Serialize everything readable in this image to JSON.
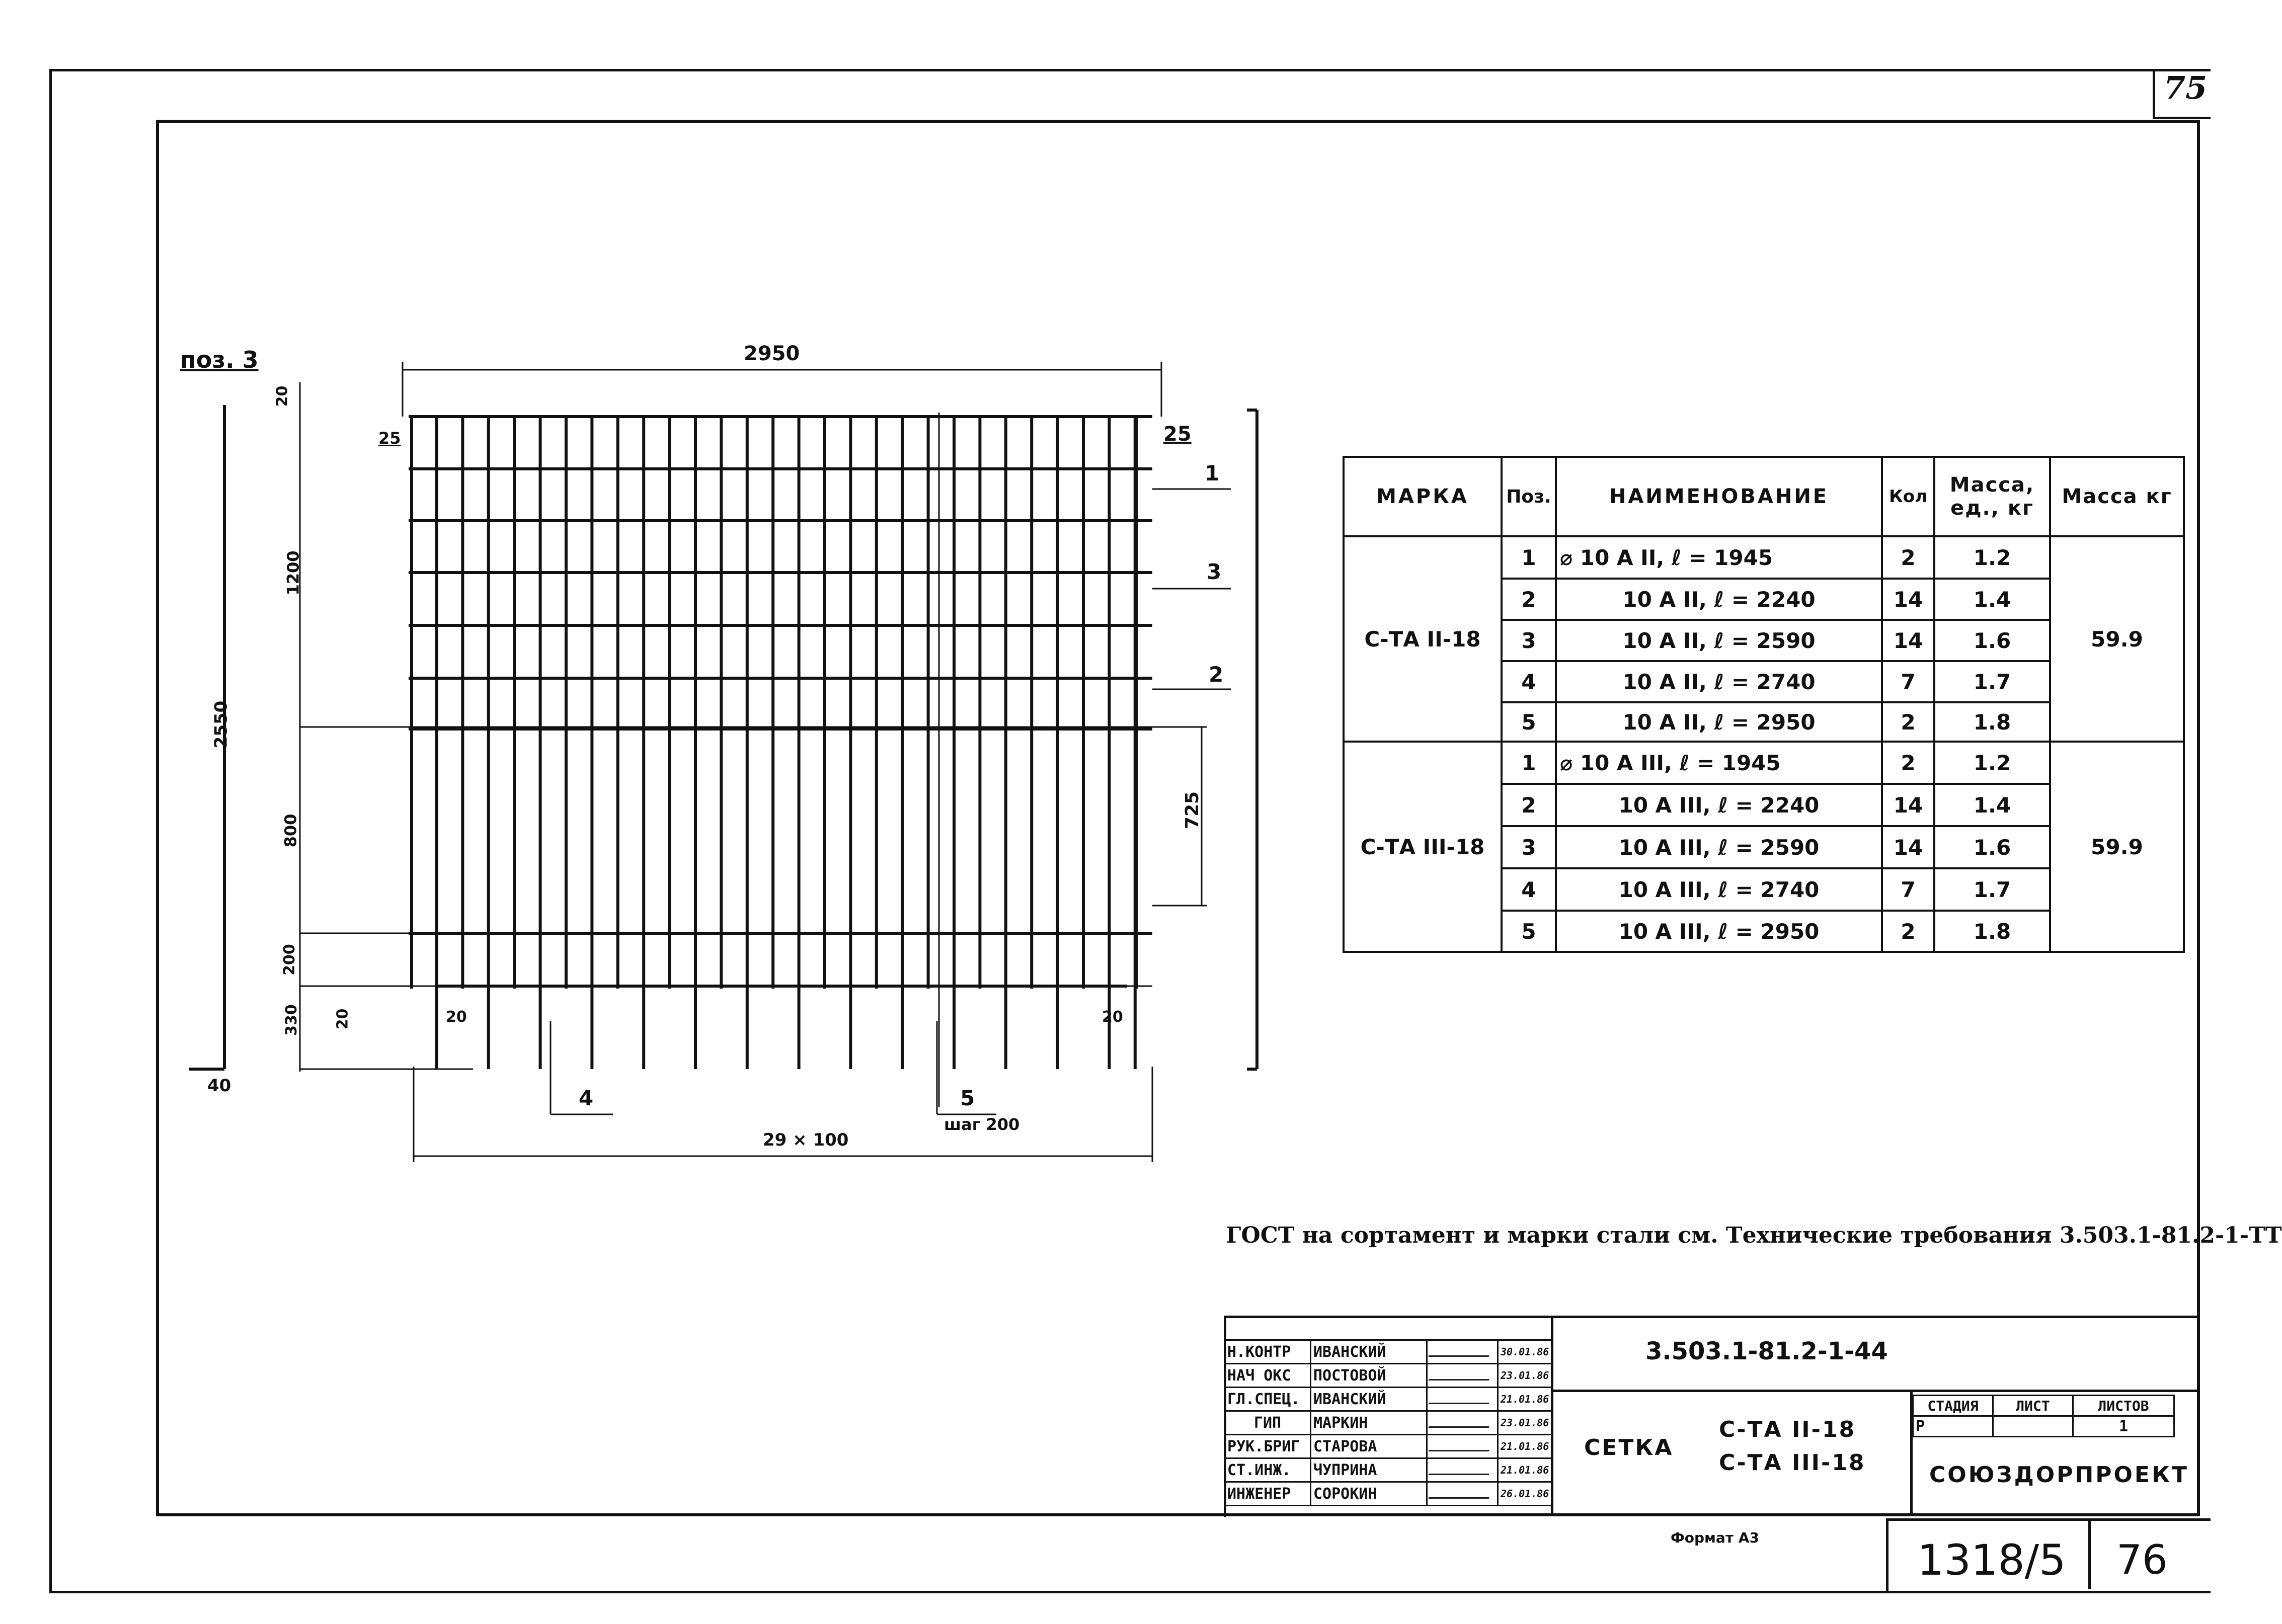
{
  "sheet": {
    "top_number": "75",
    "format": "Формат А3",
    "registry_number": "1318/5",
    "page_number": "76"
  },
  "drawing": {
    "position_label": "поз. 3",
    "dims": {
      "overall_width": "2950",
      "overall_height": "2550",
      "top_gap": "20",
      "left_offset": "25",
      "right_offset": "25",
      "upper_zone": "1200",
      "middle_zone": "800",
      "lower_zone": "200",
      "bottom_zone": "330",
      "bottom_left_a": "20",
      "bottom_left_b": "20",
      "bottom_right": "20",
      "bottom_extra": "40",
      "right_side": "725",
      "spacing": "29 × 100",
      "step": "шаг 200"
    },
    "callouts": [
      "1",
      "3",
      "2",
      "4",
      "5"
    ]
  },
  "spec_table": {
    "headers": [
      "МАРКА",
      "Поз.",
      "НАИМЕНОВАНИЕ",
      "Кол",
      "Масса, ед., кг",
      "Масса кг"
    ],
    "groups": [
      {
        "mark": "С-ТА II-18",
        "total": "59.9",
        "rows": [
          {
            "pos": "1",
            "name": "⌀ 10 А II, ℓ = 1945",
            "qty": "2",
            "mass": "1.2"
          },
          {
            "pos": "2",
            "name": "10 А II, ℓ = 2240",
            "qty": "14",
            "mass": "1.4"
          },
          {
            "pos": "3",
            "name": "10 А II, ℓ = 2590",
            "qty": "14",
            "mass": "1.6"
          },
          {
            "pos": "4",
            "name": "10 А II, ℓ = 2740",
            "qty": "7",
            "mass": "1.7"
          },
          {
            "pos": "5",
            "name": "10 А II, ℓ = 2950",
            "qty": "2",
            "mass": "1.8"
          }
        ]
      },
      {
        "mark": "С-ТА III-18",
        "total": "59.9",
        "rows": [
          {
            "pos": "1",
            "name": "⌀ 10 А III, ℓ = 1945",
            "qty": "2",
            "mass": "1.2"
          },
          {
            "pos": "2",
            "name": "10 А III, ℓ = 2240",
            "qty": "14",
            "mass": "1.4"
          },
          {
            "pos": "3",
            "name": "10 А III, ℓ = 2590",
            "qty": "14",
            "mass": "1.6"
          },
          {
            "pos": "4",
            "name": "10 А III, ℓ = 2740",
            "qty": "7",
            "mass": "1.7"
          },
          {
            "pos": "5",
            "name": "10 А III, ℓ = 2950",
            "qty": "2",
            "mass": "1.8"
          }
        ]
      }
    ]
  },
  "note": "ГОСТ на сортамент и марки стали см. Технические требования 3.503.1-81.2-1-ТТ",
  "title_block": {
    "people": [
      {
        "role": "Н.КОНТР",
        "name": "ИВАНСКИЙ",
        "date": "30.01.86"
      },
      {
        "role": "НАЧ ОКС",
        "name": "ПОСТОВОЙ",
        "date": "23.01.86"
      },
      {
        "role": "ГЛ.СПЕЦ.",
        "name": "ИВАНСКИЙ",
        "date": "21.01.86"
      },
      {
        "role": "ГИП",
        "name": "МАРКИН",
        "date": "23.01.86"
      },
      {
        "role": "РУК.БРИГ",
        "name": "СТАРОВА",
        "date": "21.01.86"
      },
      {
        "role": "СТ.ИНЖ.",
        "name": "ЧУПРИНА",
        "date": "21.01.86"
      },
      {
        "role": "ИНЖЕНЕР",
        "name": "СОРОКИН",
        "date": "26.01.86"
      }
    ],
    "doc_code": "3.503.1-81.2-1-44",
    "item_name": "СЕТКА",
    "marks": [
      "С-ТА II-18",
      "С-ТА III-18"
    ],
    "stage_header": "СТАДИЯ",
    "sheet_header": "ЛИСТ",
    "sheets_header": "ЛИСТОВ",
    "stage": "Р",
    "sheet": "",
    "sheets": "1",
    "organization": "СОЮЗДОРПРОЕКТ"
  }
}
